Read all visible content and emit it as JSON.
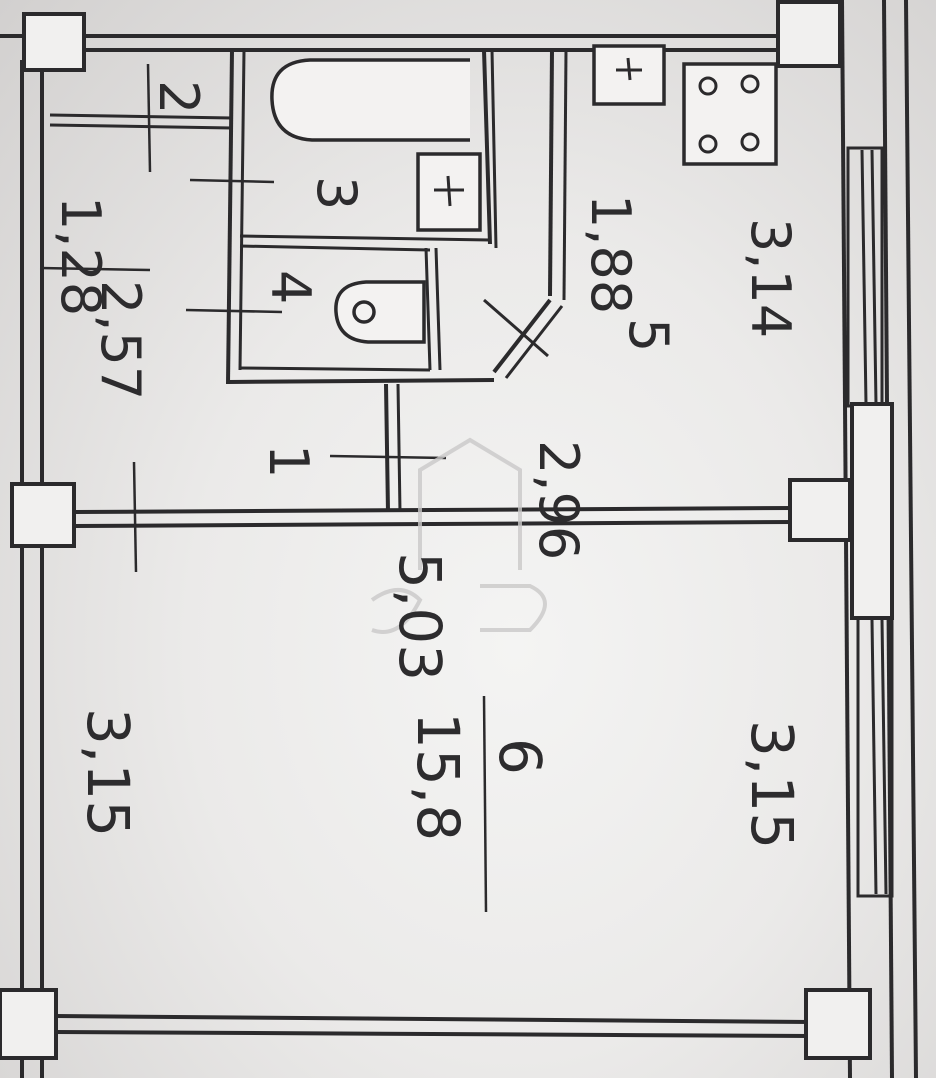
{
  "rooms": [
    {
      "number": "1",
      "area": "2,96"
    },
    {
      "number": "2",
      "area": "1,28"
    },
    {
      "number": "3",
      "area": ""
    },
    {
      "number": "4",
      "area": ""
    },
    {
      "number": "5",
      "area": "1,88"
    },
    {
      "number": "6",
      "area": "15,8"
    }
  ],
  "dimensions": {
    "corridor_length": "2,57",
    "kitchen_length": "3,14",
    "room_width": "5,03",
    "room_left_length": "3,15",
    "room_right_length": "3,15"
  },
  "colors": {
    "ink": "#2b2a2c",
    "paper": "#f1f0ef",
    "watermark": "#c9c8c8"
  }
}
